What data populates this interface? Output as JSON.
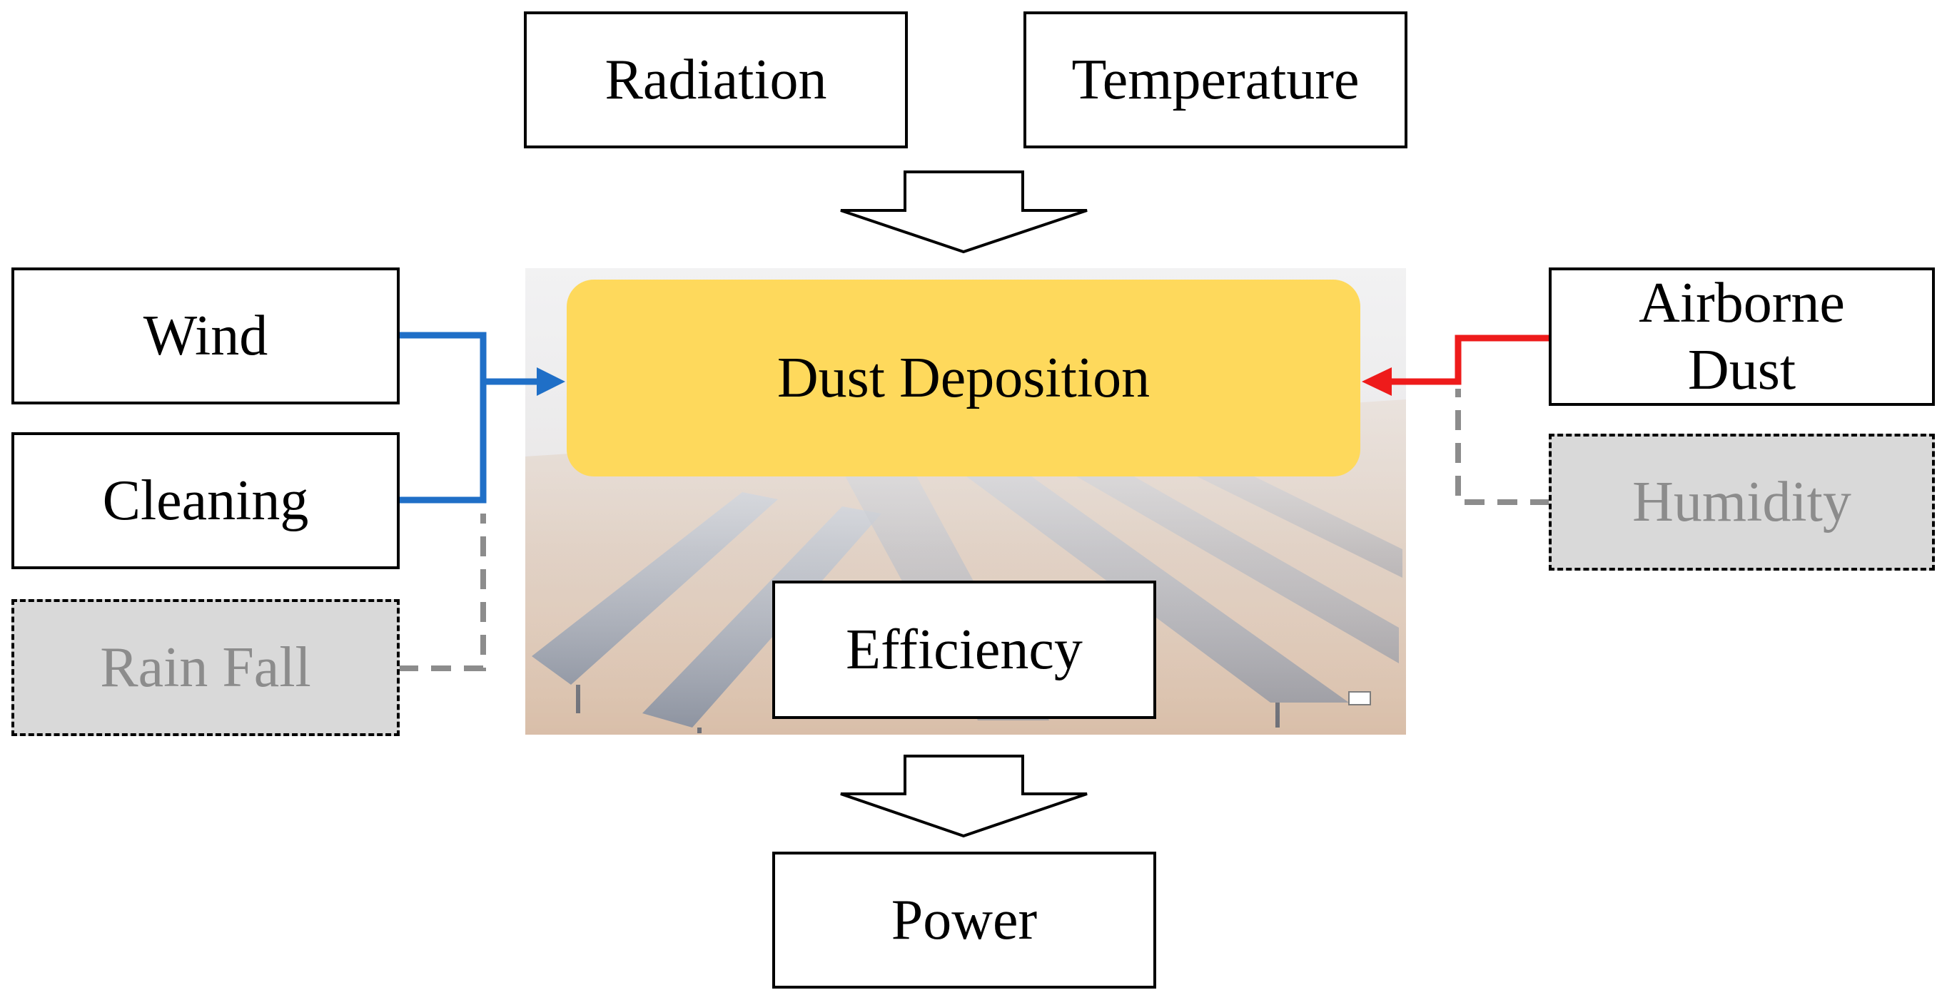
{
  "nodes": {
    "radiation": "Radiation",
    "temperature": "Temperature",
    "wind": "Wind",
    "cleaning": "Cleaning",
    "rain_fall": "Rain Fall",
    "dust_deposition": "Dust Deposition",
    "airborne_dust": "Airborne\nDust",
    "humidity": "Humidity",
    "efficiency": "Efficiency",
    "power": "Power"
  },
  "colors": {
    "positive_link": "#1f6fc7",
    "negative_link": "#ee1b1b",
    "minor_link": "#8c8c8c",
    "dust_box": "#fed95c",
    "minor_box": "#d9d9d9"
  }
}
